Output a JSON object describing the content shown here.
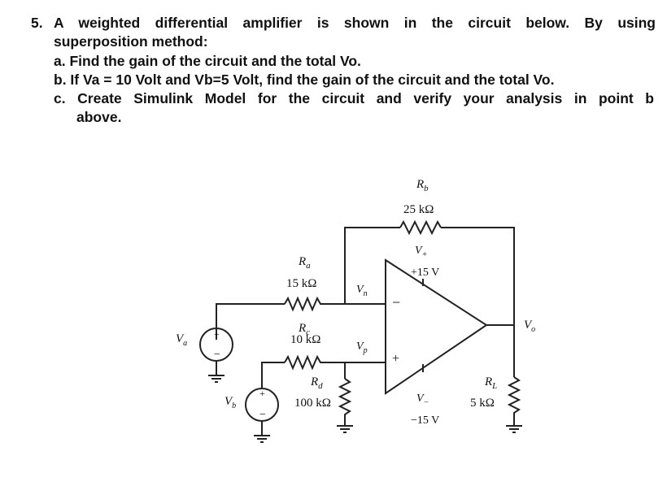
{
  "question": {
    "number": "5.",
    "stem_line1": "A weighted differential amplifier is shown in the circuit below. By using",
    "stem_line2": "superposition method:",
    "part_a": "a.  Find the gain of the circuit and the total Vo.",
    "part_b": "b.  If Va = 10 Volt and Vb=5 Volt, find the gain of the circuit and the total Vo.",
    "part_c_line1": "c.  Create Simulink Model for the circuit and verify your analysis in point b",
    "part_c_line2": "above."
  },
  "circuit": {
    "rb_label": "R",
    "rb_sub": "b",
    "rb_value": "25 kΩ",
    "ra_label": "R",
    "ra_sub": "a",
    "ra_value": "15 kΩ",
    "rc_label": "R",
    "rc_sub": "c",
    "rc_value": "10 kΩ",
    "rd_label": "R",
    "rd_sub": "d",
    "rd_value": "100 kΩ",
    "rl_label": "R",
    "rl_sub": "L",
    "rl_value": "5 kΩ",
    "vplus_label": "V",
    "vplus_sub": "+",
    "vplus_value": "+15 V",
    "vminus_label": "V",
    "vminus_sub": "−",
    "vminus_value": "−15 V",
    "vn_label": "V",
    "vn_sub": "n",
    "vp_label": "V",
    "vp_sub": "p",
    "vo_label": "V",
    "vo_sub": "o",
    "va_label": "V",
    "va_sub": "a",
    "vb_label": "V",
    "vb_sub": "b",
    "opamp_inv_sign": "−",
    "opamp_noninv_sign": "+",
    "src_plus": "+",
    "src_minus": "−"
  }
}
